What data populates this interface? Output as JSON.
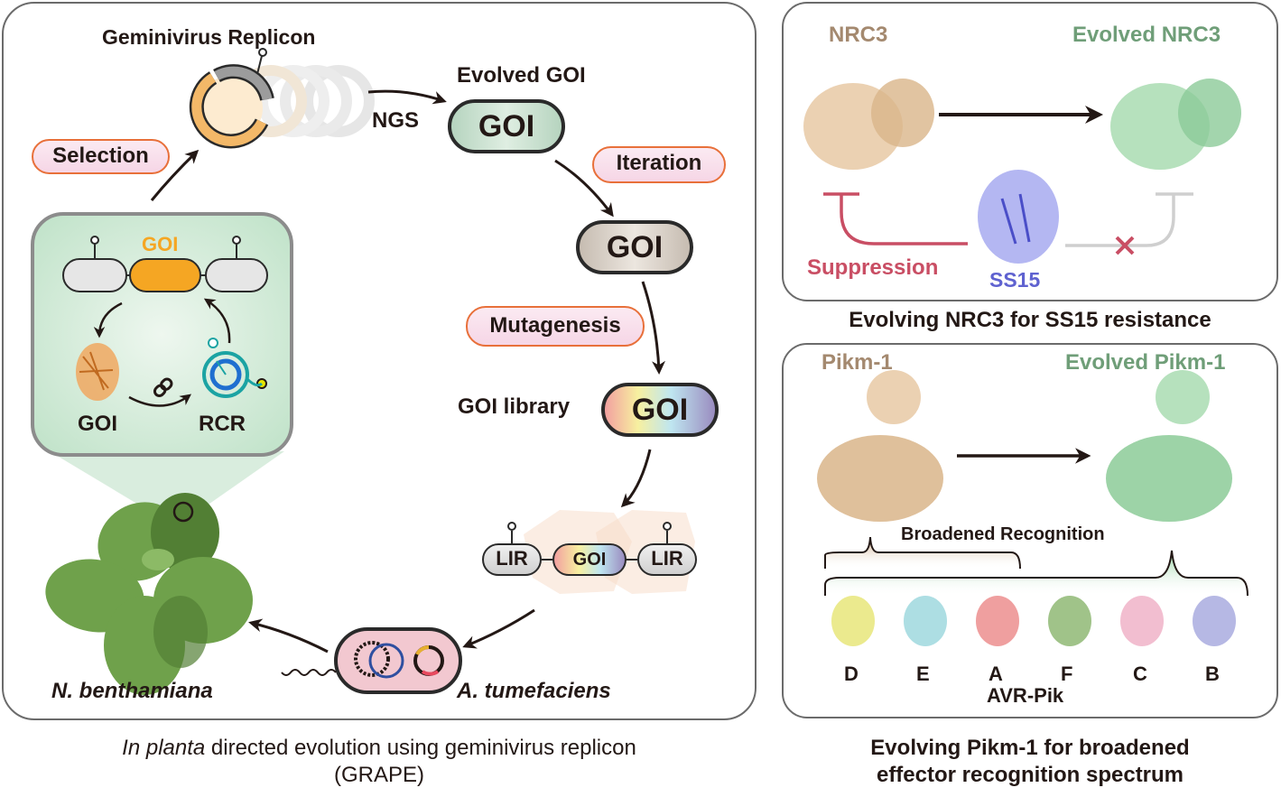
{
  "left_panel": {
    "replicon_title": "Geminivirus Replicon",
    "evolved_goi_title": "Evolved GOI",
    "ngs_label": "NGS",
    "tags": {
      "selection": "Selection",
      "iteration": "Iteration",
      "mutagenesis": "Mutagenesis"
    },
    "goi_evolved": "GOI",
    "goi_iteration": "GOI",
    "goi_library_label": "GOI library",
    "goi_library": "GOI",
    "construct": {
      "left": "LIR",
      "middle": "GOI",
      "right": "LIR"
    },
    "inset": {
      "goi_top": "GOI",
      "goi_protein_label": "GOI",
      "rcr_label": "RCR"
    },
    "bacterium_label": "A. tumefaciens",
    "plant_label": "N. benthamiana",
    "caption_italic": "In planta",
    "caption_rest": " directed evolution using geminivirus replicon",
    "caption_line2": "(GRAPE)"
  },
  "top_right_panel": {
    "wild_label": "NRC3",
    "evolved_label": "Evolved NRC3",
    "suppression_label": "Suppression",
    "effector_label": "SS15",
    "caption": "Evolving NRC3 for SS15 resistance"
  },
  "bottom_right_panel": {
    "wild_label": "Pikm-1",
    "evolved_label": "Evolved Pikm-1",
    "broadened_label": "Broadened Recognition",
    "effectors": [
      {
        "label": "D",
        "color": "#e8e67a"
      },
      {
        "label": "E",
        "color": "#9fd8de"
      },
      {
        "label": "A",
        "color": "#ec8e8e"
      },
      {
        "label": "F",
        "color": "#8fb874"
      },
      {
        "label": "C",
        "color": "#f0b3c8"
      },
      {
        "label": "B",
        "color": "#a9acdf"
      }
    ],
    "effector_group_label": "AVR-Pik",
    "caption_line1": "Evolving Pikm-1 for broadened",
    "caption_line2": "effector recognition spectrum"
  },
  "colors": {
    "wild_tan": "#a4896f",
    "evolved_green": "#6f9e78",
    "suppression": "#c94e64",
    "effector_blue": "#5f62d0",
    "tag_border": "#e8703a",
    "goi_orange": "#f5a623"
  }
}
